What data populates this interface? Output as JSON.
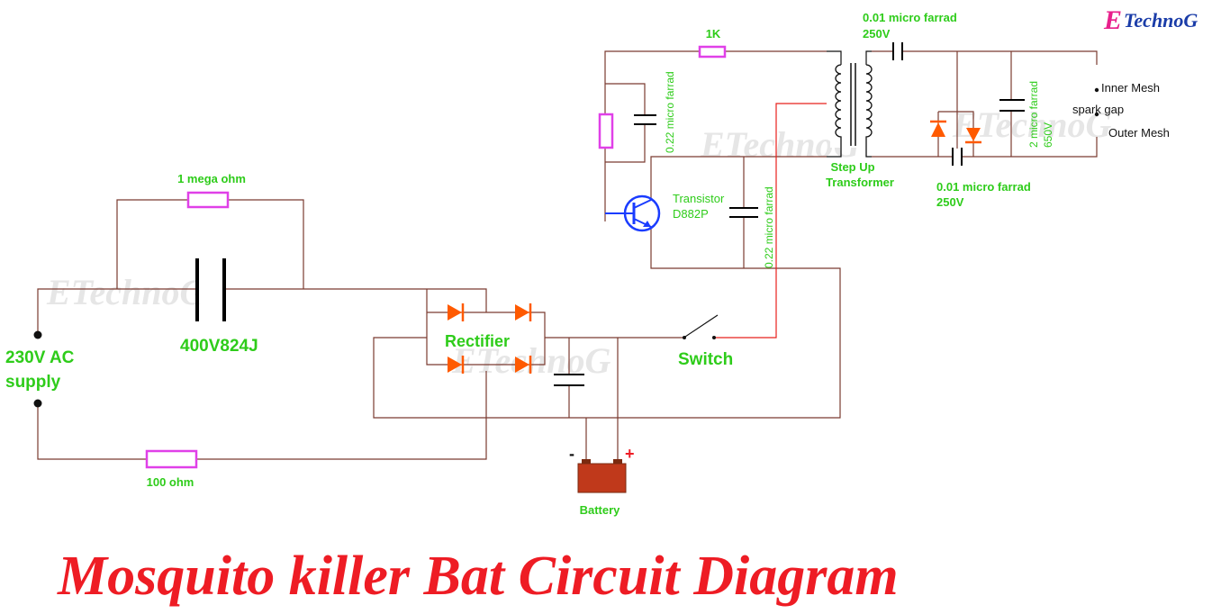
{
  "brand": {
    "e": "E",
    "text": "TechnoG",
    "e_color": "#e8208c",
    "text_color": "#1a3ca8"
  },
  "watermarks": [
    "ETechnoG",
    "ETechnoG",
    "ETechnoG",
    "ETechnoG"
  ],
  "title": "Mosquito killer Bat Circuit Diagram",
  "labels": {
    "resistor_1k": "1K",
    "cap_top": "0.01 micro farrad",
    "cap_top_v": "250V",
    "cap_022_upper": "0.22 micro farrad",
    "cap_022_lower": "0.22 micro farrad",
    "inner_mesh": "Inner Mesh",
    "spark_gap": "spark gap",
    "outer_mesh": "Outer Mesh",
    "cap_2uf": "2 micro farrad",
    "cap_2uf_v": "650V",
    "transistor": "Transistor",
    "transistor_part": "D882P",
    "step_up": "Step Up",
    "transformer": "Transformer",
    "cap_bottom": "0.01 micro farrad",
    "cap_bottom_v": "250V",
    "res_1mega": "1 mega ohm",
    "ac_supply_1": "230V AC",
    "ac_supply_2": "supply",
    "cap_400v": "400V824J",
    "rectifier": "Rectifier",
    "switch": "Switch",
    "res_100": "100 ohm",
    "battery": "Battery",
    "minus": "-",
    "plus": "+"
  },
  "colors": {
    "label_green": "#2ecc1a",
    "wire": "#7a3b30",
    "red_wire": "#e8201c",
    "resistor": "#e040e8",
    "diode": "#ff5a00",
    "transistor": "#1a3cff",
    "battery": "#c0391b",
    "title": "#ee1c24"
  }
}
